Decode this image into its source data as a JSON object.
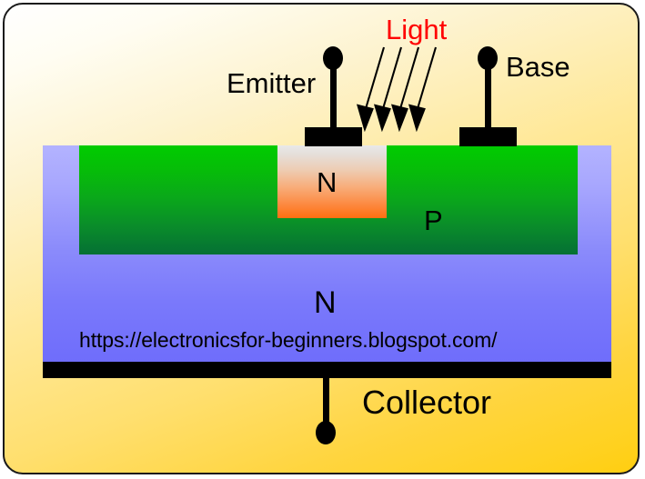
{
  "diagram": {
    "title": "Phototransistor cross-section structure",
    "background": {
      "gradient_from": "#ffffff",
      "gradient_to": "#ffce10",
      "border_color": "#1a1a1a"
    },
    "labels": {
      "light": "Light",
      "emitter": "Emitter",
      "base": "Base",
      "collector": "Collector",
      "p_region": "P",
      "n_emitter_region": "N",
      "n_collector_region": "N",
      "url": "https://electronicsfor-beginners.blogspot.com/"
    },
    "colors": {
      "light_text": "#ff0000",
      "p_region": "#00cc00",
      "p_region_dark": "#057034",
      "n_collector": "#8b8bfb",
      "n_emitter_top": "#e9e9e9",
      "n_emitter_bottom": "#ff6f10",
      "metal_contact": "#000000",
      "label_text": "#000000"
    },
    "terminals": [
      {
        "name": "emitter",
        "label": "Emitter",
        "has_pad": true,
        "has_dot": true
      },
      {
        "name": "base",
        "label": "Base",
        "has_pad": true,
        "has_dot": true
      },
      {
        "name": "collector",
        "label": "Collector",
        "has_pad": false,
        "has_dot": true
      }
    ],
    "light_arrows": {
      "count": 4,
      "direction": "down-left",
      "color": "#000000"
    }
  }
}
